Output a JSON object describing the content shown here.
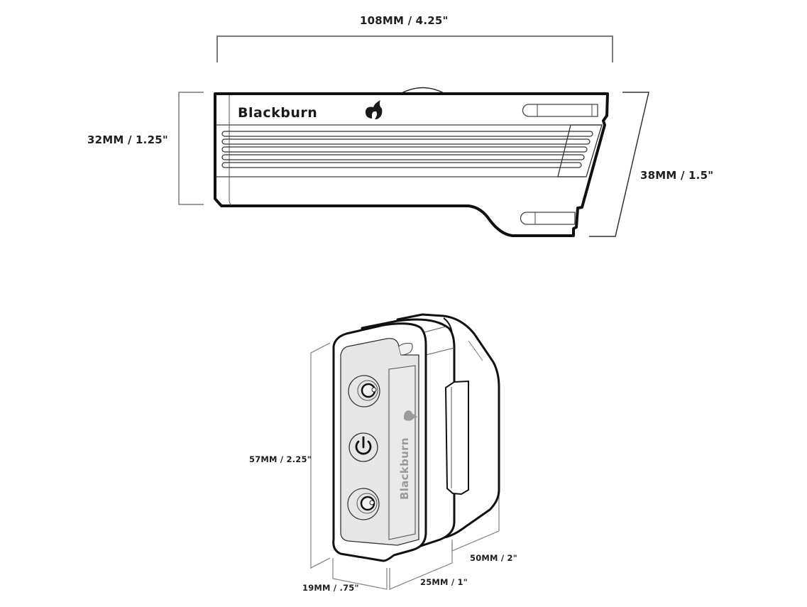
{
  "diagram": {
    "brand": "Blackburn",
    "colors": {
      "outline": "#111111",
      "dimension_line": "#7a7a7a",
      "face_fill": "#e6e6e6",
      "logo_gray": "#9a9a9a",
      "label": "#1e1e1e"
    },
    "side_view": {
      "dimensions": {
        "length": "108MM / 4.25\"",
        "height_rear": "32MM / 1.25\"",
        "height_front": "38MM / 1.5\""
      }
    },
    "rear_view": {
      "buttons": [
        {
          "icon": "mode-button-icon"
        },
        {
          "icon": "power-icon"
        },
        {
          "icon": "mode-button-icon"
        }
      ],
      "dimensions": {
        "height": "57MM / 2.25\"",
        "depth_face": "19MM / .75\"",
        "width": "25MM / 1\"",
        "depth_mount": "50MM / 2\""
      }
    }
  }
}
